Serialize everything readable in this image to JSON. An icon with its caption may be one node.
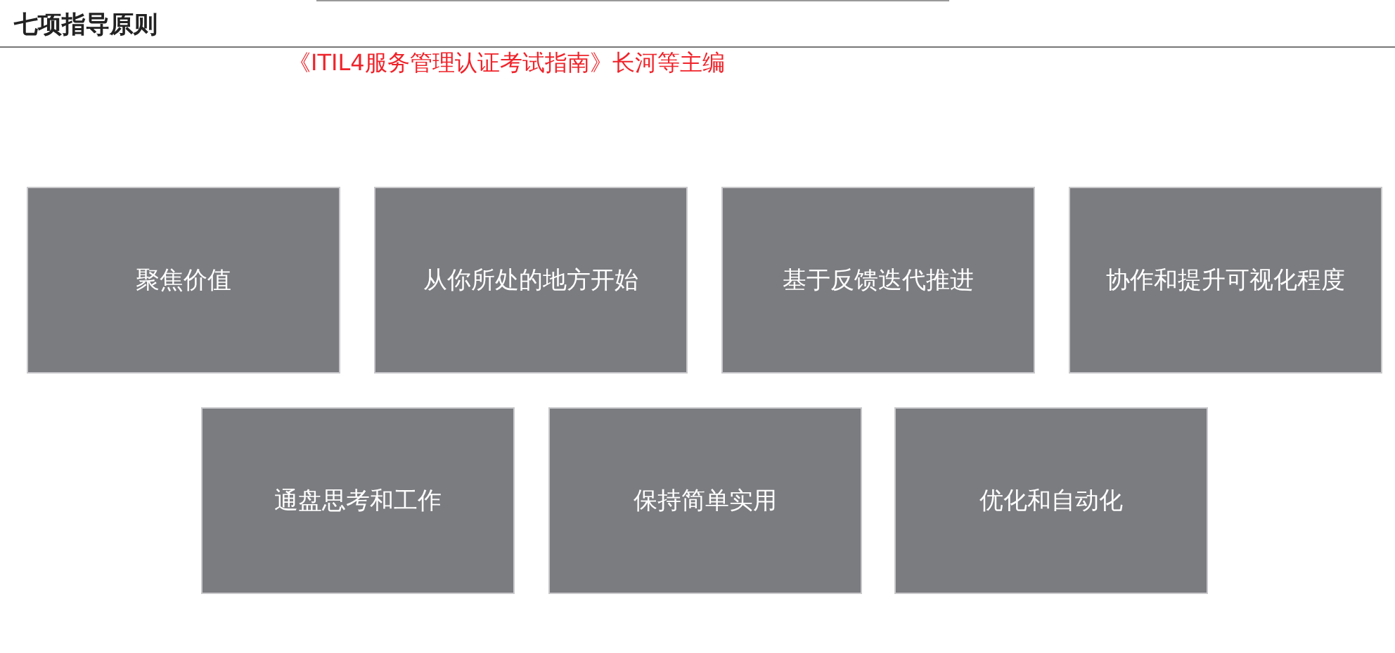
{
  "diagram": {
    "title": "七项指导原则",
    "nodes": [
      {
        "text": [
          "聚焦价值"
        ]
      },
      {
        "text": [
          "从你所处的地方开始"
        ]
      },
      {
        "text": [
          "基于反馈迭代推进"
        ]
      },
      {
        "text": [
          "协作和提升可视化程度"
        ]
      },
      {
        "text": [
          "通盘思考和工作"
        ]
      },
      {
        "text": [
          "保持简单实用"
        ]
      },
      {
        "text": [
          "优化和自动化"
        ]
      }
    ],
    "edges": [],
    "labels": [
      "《ITIL4服务管理认证考试指南》长河等主编"
    ]
  }
}
